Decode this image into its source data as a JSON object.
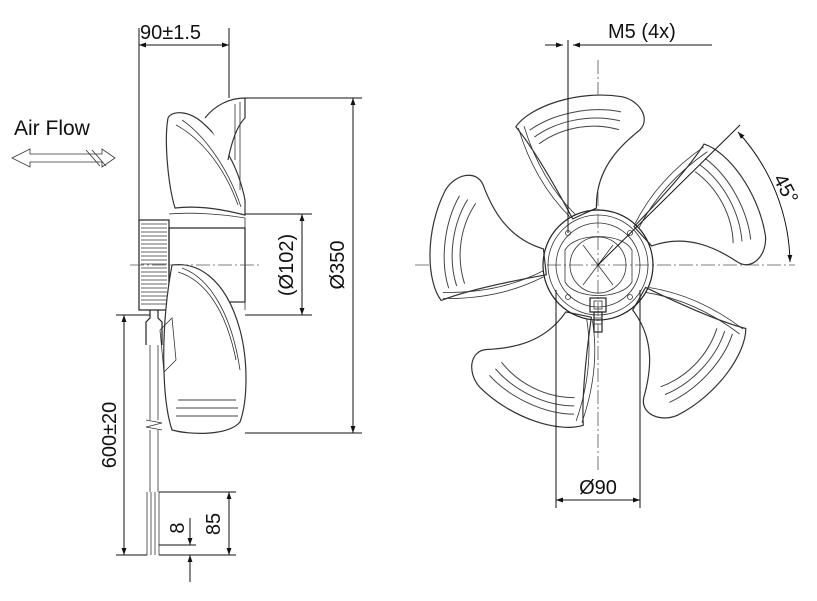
{
  "labels": {
    "air_flow": "Air Flow",
    "depth": "90±1.5",
    "hub_diameter": "(Ø102)",
    "outer_diameter": "Ø350",
    "cable_length": "600±20",
    "strip_short": "8",
    "strip_long": "85",
    "screw": "M5 (4x)",
    "angle": "45°",
    "bolt_circle": "Ø90"
  }
}
